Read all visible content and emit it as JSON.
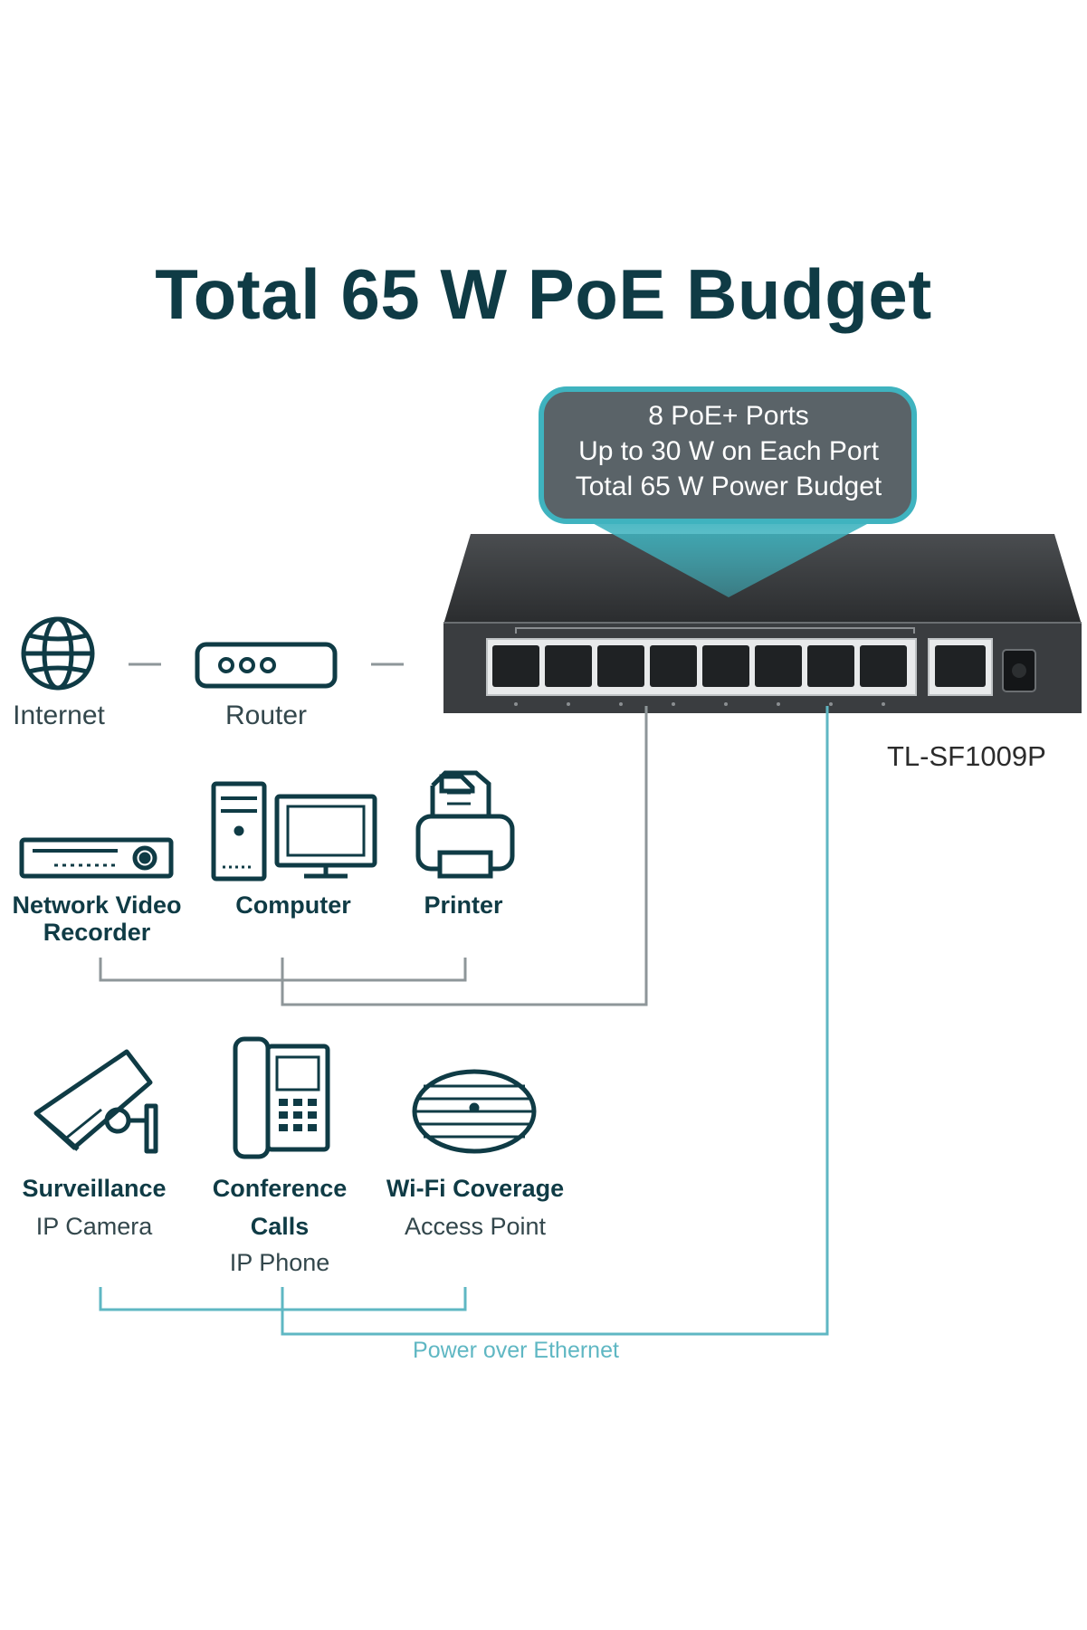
{
  "title": "Total 65 W PoE Budget",
  "callout": {
    "line1": "8 PoE+ Ports",
    "line2": "Up to 30 W on Each Port",
    "line3": "Total 65 W Power Budget"
  },
  "model": "TL-SF1009P",
  "devices": {
    "internet": "Internet",
    "router": "Router",
    "nvr": [
      "Network Video",
      "Recorder"
    ],
    "computer": "Computer",
    "printer": "Printer",
    "camera": {
      "title": "Surveillance",
      "sub": "IP Camera"
    },
    "phone": {
      "title": [
        "Conference",
        "Calls"
      ],
      "sub": "IP Phone"
    },
    "ap": {
      "title": "Wi-Fi Coverage",
      "sub": "Access Point"
    }
  },
  "poe_label": "Power over Ethernet",
  "colors": {
    "title": "#0f3b45",
    "teal_accent": "#3fb3bf",
    "callout_fill": "#5a6368",
    "switch_body": "#3a3d40",
    "line_gray": "#8e9699",
    "line_teal": "#5fb7c3"
  }
}
